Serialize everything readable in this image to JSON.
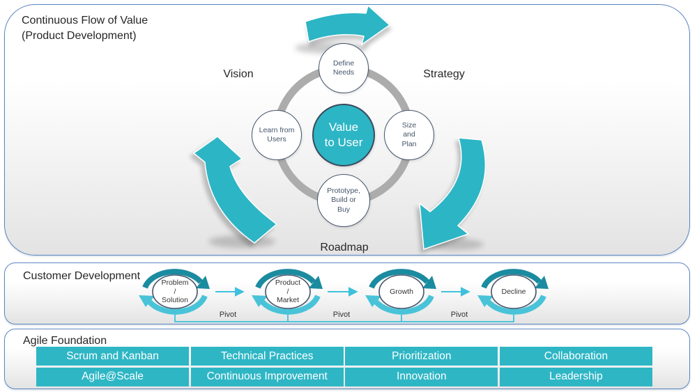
{
  "colors": {
    "teal": "#2CB5C5",
    "cyan_connector": "#3EC1DC",
    "dark_cycle_arc": "#1B8BA0",
    "light_cycle_arc": "#49C3D8",
    "ring_gray": "#ACACAC",
    "navy_outline": "#44546A",
    "panel_border": "#5B86C2"
  },
  "product_flow": {
    "title_line1": "Continuous Flow of Value",
    "title_line2": "(Product Development)",
    "labels": {
      "vision": "Vision",
      "strategy": "Strategy",
      "roadmap": "Roadmap"
    },
    "center": "Value\nto User",
    "nodes": [
      {
        "position": "top",
        "label": "Define\nNeeds"
      },
      {
        "position": "right",
        "label": "Size\nand\nPlan"
      },
      {
        "position": "bottom",
        "label": "Prototype,\nBuild or\nBuy"
      },
      {
        "position": "left",
        "label": "Learn from\nUsers"
      }
    ]
  },
  "customer_development": {
    "title": "Customer Development",
    "stages": [
      {
        "label": "Problem\n/\nSolution"
      },
      {
        "label": "Product\n/\nMarket"
      },
      {
        "label": "Growth"
      },
      {
        "label": "Decline"
      }
    ],
    "pivot_labels": [
      "Pivot",
      "Pivot",
      "Pivot"
    ]
  },
  "agile_foundation": {
    "title": "Agile Foundation",
    "rows": [
      [
        "Scrum and Kanban",
        "Technical Practices",
        "Prioritization",
        "Collaboration"
      ],
      [
        "Agile@Scale",
        "Continuous Improvement",
        "Innovation",
        "Leadership"
      ]
    ]
  }
}
